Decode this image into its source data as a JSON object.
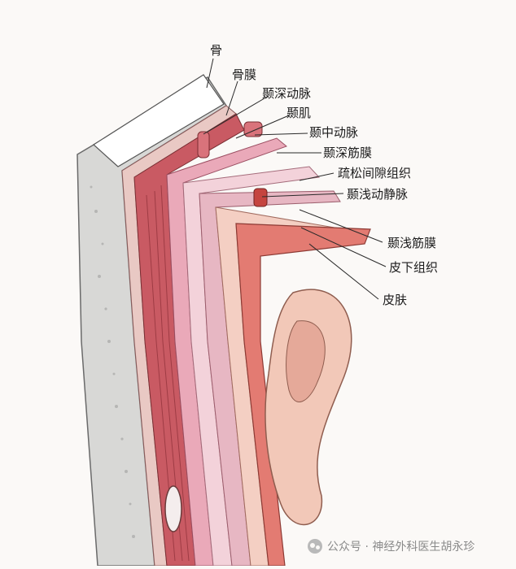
{
  "labels": {
    "bone": "骨",
    "periosteum": "骨膜",
    "deep_temporal_artery": "颞深动脉",
    "temporalis_muscle": "颞肌",
    "middle_temporal_artery": "颞中动脉",
    "deep_temporal_fascia": "颞深筋膜",
    "loose_areolar_tissue": "疏松间隙组织",
    "superficial_temporal_vessels": "颞浅动静脉",
    "superficial_temporal_fascia": "颞浅筋膜",
    "subcutaneous_tissue": "皮下组织",
    "skin": "皮肤"
  },
  "watermark": {
    "text": "公众号 · 神经外科医生胡永珍",
    "icon": "wechat-icon"
  },
  "colors": {
    "background": "#fbf9f7",
    "bone": "#dcdcdc",
    "muscle": "#c8505a",
    "fascia": "#e8a6b4",
    "skin": "#f0c4b8"
  }
}
